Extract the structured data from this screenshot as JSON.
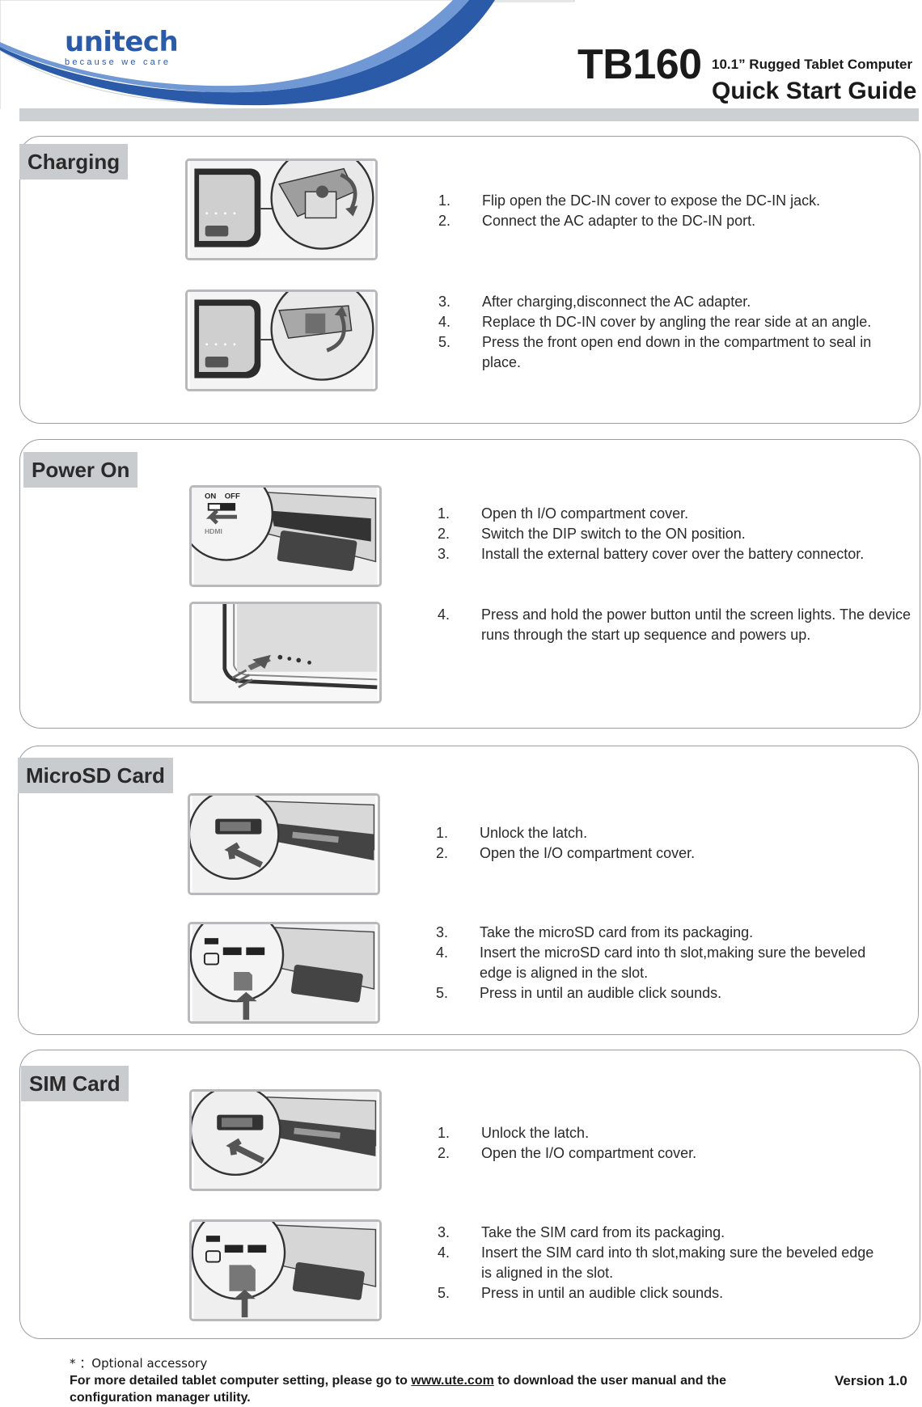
{
  "header": {
    "brand": "unitech",
    "tagline": "because we care",
    "model": "TB160",
    "subtitle": "10.1” Rugged Tablet Computer",
    "title": "Quick Start Guide",
    "brand_color": "#2b5ba8"
  },
  "sections": [
    {
      "label": "Charging",
      "groups": [
        {
          "steps": [
            {
              "num": "1.",
              "text": "Flip open the DC-IN cover to expose the DC-IN jack."
            },
            {
              "num": "2.",
              "text": "Connect the AC adapter to the DC-IN port."
            }
          ]
        },
        {
          "steps": [
            {
              "num": "3.",
              "text": "After charging,disconnect the AC adapter."
            },
            {
              "num": "4.",
              "text": "Replace th DC-IN cover by angling the rear side at an angle."
            },
            {
              "num": "5.",
              "text": "Press the front open end down in the compartment to seal in place."
            }
          ]
        }
      ]
    },
    {
      "label": "Power On",
      "illustration_labels": {
        "on": "ON",
        "off": "OFF",
        "port": "HDMI"
      },
      "groups": [
        {
          "steps": [
            {
              "num": "1.",
              "text": "Open th I/O compartment cover."
            },
            {
              "num": "2.",
              "text": "Switch the DIP switch to the ON position."
            },
            {
              "num": "3.",
              "text": "Install the external battery cover over the battery connector."
            }
          ]
        },
        {
          "steps": [
            {
              "num": "4.",
              "text": "Press and hold the power button until the screen lights. The device runs through the start up sequence and powers up."
            }
          ]
        }
      ]
    },
    {
      "label": "MicroSD Card",
      "groups": [
        {
          "steps": [
            {
              "num": "1.",
              "text": "Unlock the latch."
            },
            {
              "num": "2.",
              "text": "Open the I/O compartment cover."
            }
          ]
        },
        {
          "steps": [
            {
              "num": "3.",
              "text": "Take the microSD card from its packaging."
            },
            {
              "num": "4.",
              "text": "Insert the microSD card into th slot,making sure the beveled edge is aligned in the slot."
            },
            {
              "num": "5.",
              "text": "Press in until an audible click sounds."
            }
          ]
        }
      ]
    },
    {
      "label": "SIM Card",
      "groups": [
        {
          "steps": [
            {
              "num": "1.",
              "text": "Unlock the latch."
            },
            {
              "num": "2.",
              "text": "Open the I/O compartment cover."
            }
          ]
        },
        {
          "steps": [
            {
              "num": "3.",
              "text": "Take the SIM card from its packaging."
            },
            {
              "num": "4.",
              "text": "Insert the SIM card into th slot,making sure the beveled edge is aligned in the slot."
            },
            {
              "num": "5.",
              "text": "Press in until an audible click sounds."
            }
          ]
        }
      ]
    }
  ],
  "footer": {
    "footnote": "* ：Optional accessory",
    "more_info_prefix": "For more detailed tablet computer setting, please go to ",
    "link_text": "www.ute.com",
    "more_info_suffix": " to download the user manual and the configuration manager utility.",
    "version": "Version 1.0"
  }
}
